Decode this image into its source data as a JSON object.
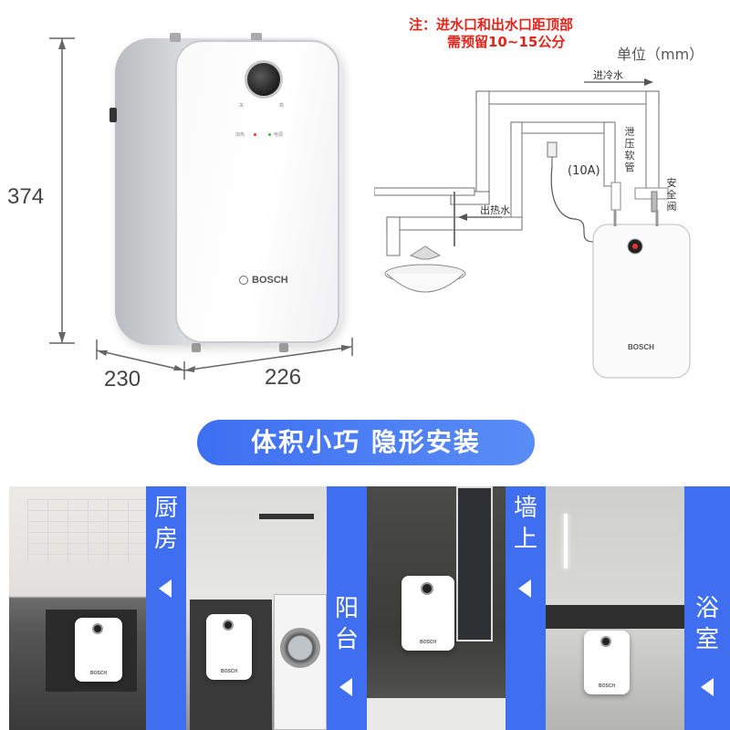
{
  "product": {
    "brand": "BOSCH",
    "knob_left_label": "关",
    "knob_right_label": "高",
    "indicator_heat": "加热",
    "indicator_power": "电源"
  },
  "dimensions": {
    "height": "374",
    "depth": "230",
    "width": "226",
    "unit": "单位（mm）"
  },
  "diagram": {
    "note_line1": "注：进水口和出水口距顶部",
    "note_line2": "需预留10~15公分",
    "inlet": "进冷水",
    "outlet": "出热水",
    "pressure_hose": [
      "泄",
      "压",
      "软",
      "管"
    ],
    "safety_valve": [
      "安",
      "全",
      "阀"
    ],
    "plug_rating": "(10A)"
  },
  "banner": "体积小巧 隐形安装",
  "scenes": [
    {
      "name": "kitchen",
      "label": [
        "厨",
        "房"
      ]
    },
    {
      "name": "balcony",
      "label": [
        "阳",
        "台"
      ]
    },
    {
      "name": "wall",
      "label": [
        "墙",
        "上"
      ]
    },
    {
      "name": "bathroom",
      "label": [
        "浴",
        "室"
      ]
    }
  ],
  "colors": {
    "accent_blue": "#3f6ef0",
    "note_red": "#e1251b"
  }
}
